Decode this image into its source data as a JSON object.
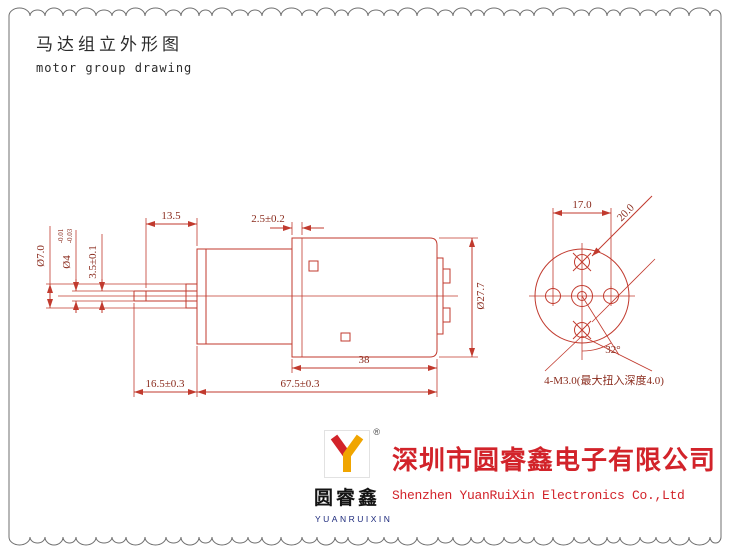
{
  "header": {
    "title_cn": "马达组立外形图",
    "title_en": "motor group drawing"
  },
  "dims": {
    "shaft_od": "Ø7.0",
    "shaft_core": "Ø4",
    "shaft_tol_upper": "-0.01",
    "shaft_tol_lower": "-0.03",
    "shaft_tip": "3.5±0.1",
    "gearbox_len": "13.5",
    "front_step": "2.5±0.2",
    "motor_dia": "Ø27.7",
    "motor_len": "38",
    "shaft_len": "16.5±0.3",
    "body_len": "67.5±0.3",
    "hole_pitch_h": "17.0",
    "hole_pitch_d": "20.0",
    "hole_angle": "32°",
    "screw_note": "4-M3.0(最大扭入深度4.0)"
  },
  "footer": {
    "registered": "®",
    "logo_text": "圆睿鑫",
    "logo_brand": "YUANRUIXIN",
    "company_cn": "深圳市圆睿鑫电子有限公司",
    "company_en": "Shenzhen YuanRuiXin Electronics Co.,Ltd"
  },
  "colors": {
    "drawing_line": "#c13a2e",
    "dim_text": "#8a2b1d",
    "brand_red": "#d2232a",
    "logo_gold": "#f0a500"
  }
}
